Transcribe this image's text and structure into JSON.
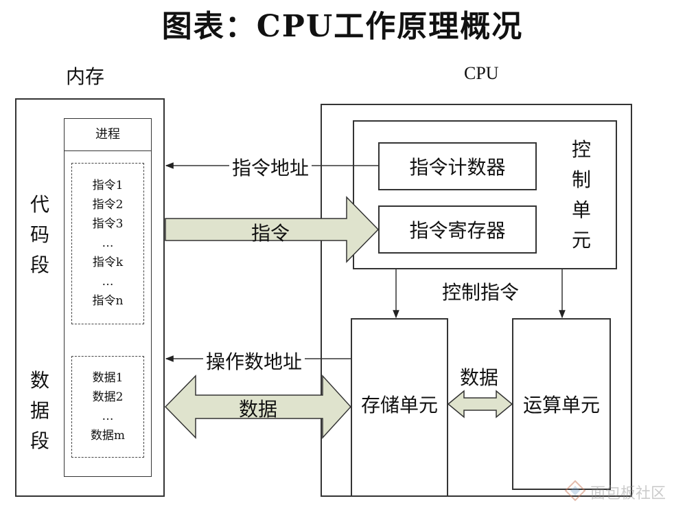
{
  "title": "图表：CPU工作原理概况",
  "memory": {
    "label": "内存",
    "process_header": "进程",
    "code_segment_chars": [
      "代",
      "码",
      "段"
    ],
    "data_segment_chars": [
      "数",
      "据",
      "段"
    ],
    "instructions": [
      "指令1",
      "指令2",
      "指令3",
      "…",
      "指令k",
      "…",
      "指令n"
    ],
    "data_items": [
      "数据1",
      "数据2",
      "…",
      "数据m"
    ]
  },
  "cpu": {
    "label": "CPU",
    "control_unit_chars": [
      "控",
      "制",
      "单",
      "元"
    ],
    "program_counter": "指令计数器",
    "instruction_register": "指令寄存器",
    "storage_unit": "存储单元",
    "alu": "运算单元"
  },
  "connections": {
    "instruction_address": "指令地址",
    "instruction": "指令",
    "control_instruction": "控制指令",
    "operand_address": "操作数地址",
    "data_bus": "数据",
    "internal_data": "数据"
  },
  "watermark": "面包板社区",
  "colors": {
    "arrow_fill": "#dfe3cd",
    "line": "#333333"
  }
}
